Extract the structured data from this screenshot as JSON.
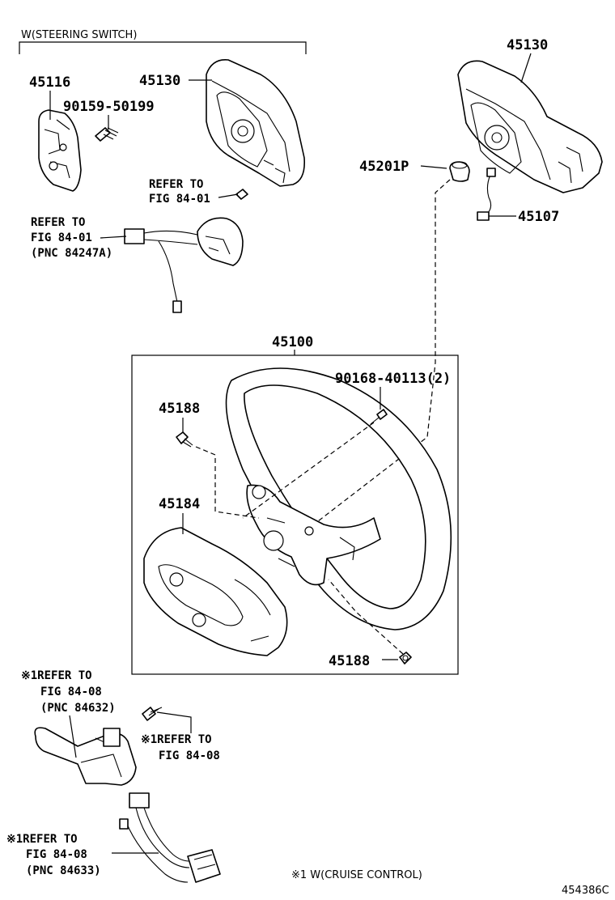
{
  "header_label": "W(STEERING SWITCH)",
  "parts": {
    "p45116": "45116",
    "p90159": "90159-50199",
    "p45130_left": "45130",
    "p45130_right": "45130",
    "p45201p": "45201P",
    "p45107": "45107",
    "p45100": "45100",
    "p90168": "90168-40113(2)",
    "p45188_top": "45188",
    "p45184": "45184",
    "p45188_bottom": "45188"
  },
  "refs": {
    "ref1_l1": "REFER TO",
    "ref1_l2": "FIG 84-01",
    "ref2_l1": "REFER TO",
    "ref2_l2": "FIG 84-01",
    "ref2_l3": "(PNC 84247A)",
    "ref3_l1": "※1REFER TO",
    "ref3_l2": "FIG 84-08",
    "ref3_l3": "(PNC 84632)",
    "ref4_l1": "※1REFER TO",
    "ref4_l2": "FIG 84-08",
    "ref5_l1": "※1REFER TO",
    "ref5_l2": "FIG 84-08",
    "ref5_l3": "(PNC 84633)"
  },
  "footnote": "※1 W(CRUISE CONTROL)",
  "figure_id": "454386C"
}
